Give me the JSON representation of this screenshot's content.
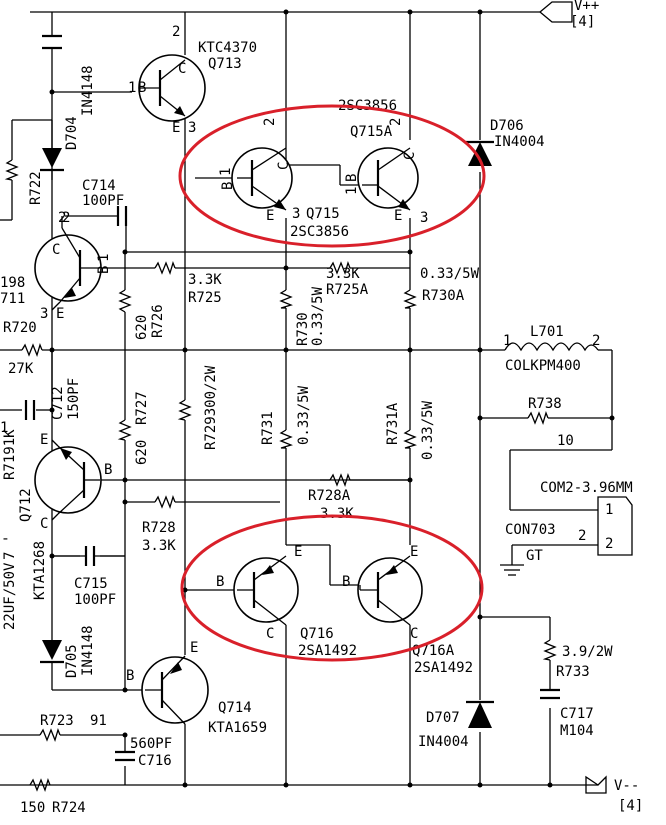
{
  "rails": {
    "vpos_net": "V++",
    "vpos_ref": "[4]",
    "vneg_net": "V--",
    "vneg_ref": "[4]"
  },
  "transistors": {
    "q713": {
      "part": "KTC4370",
      "ref": "Q713",
      "b": "B",
      "c": "C",
      "e": "E",
      "pin1": "1",
      "pin2": "2",
      "pin3": "3"
    },
    "q715": {
      "part": "2SC3856",
      "ref": "Q715",
      "b": "B",
      "c": "C",
      "e": "E",
      "pin1": "1",
      "pin2": "2",
      "pin3": "3"
    },
    "q715a": {
      "part": "2SC3856",
      "ref": "Q715A",
      "b": "B",
      "c": "C",
      "e": "E",
      "pin1": "1",
      "pin2": "2",
      "pin3": "3"
    },
    "q711": {
      "part_tail": "198",
      "ref_tail": "711",
      "b": "B",
      "c": "C",
      "e": "E",
      "pin1": "1",
      "pin2": "2",
      "pin3": "3"
    },
    "q712": {
      "part": "KTA1268",
      "ref": "Q712",
      "b": "B",
      "c": "C",
      "e": "E"
    },
    "q716": {
      "part": "2SA1492",
      "ref": "Q716",
      "b": "B",
      "c": "C",
      "e": "E"
    },
    "q716a": {
      "part": "2SA1492",
      "ref": "Q716A",
      "b": "B",
      "c": "C",
      "e": "E"
    },
    "q714": {
      "part": "KTA1659",
      "ref": "Q714",
      "b": "B",
      "e": "E"
    }
  },
  "diodes": {
    "d704": {
      "ref": "D704",
      "part": "IN4148"
    },
    "d705": {
      "ref": "D705",
      "part": "IN4148"
    },
    "d706": {
      "ref": "D706",
      "part": "IN4004"
    },
    "d707": {
      "ref": "D707",
      "part": "IN4004"
    }
  },
  "capacitors": {
    "c714": {
      "ref": "C714",
      "value": "100PF",
      "pin": "2"
    },
    "c712": {
      "ref": "C712",
      "value": "150PF"
    },
    "c715": {
      "ref": "C715",
      "value": "100PF"
    },
    "c716": {
      "ref": "C716",
      "value": "560PF"
    },
    "c717": {
      "ref": "C717",
      "value": "M104"
    },
    "c_big": {
      "text": "22UF/50V"
    }
  },
  "resistors": {
    "r722": {
      "ref": "R722"
    },
    "r720": {
      "ref": "R720",
      "value": "27K"
    },
    "r725": {
      "ref": "R725",
      "value": "3.3K"
    },
    "r725a": {
      "ref": "R725A",
      "value": "3.3K"
    },
    "r726": {
      "ref": "R726",
      "value": "620"
    },
    "r727": {
      "ref": "R727",
      "value": "620"
    },
    "r730": {
      "ref": "R730",
      "value": "0.33/5W"
    },
    "r730a": {
      "ref": "R730A",
      "value": "0.33/5W"
    },
    "r729": {
      "text": "R729300/2W"
    },
    "r731": {
      "ref": "R731",
      "value": "0.33/5W"
    },
    "r731a": {
      "ref": "R731A",
      "value": "0.33/5W"
    },
    "r719": {
      "text": "R7191K"
    },
    "r728": {
      "ref": "R728",
      "value": "3.3K"
    },
    "r728a": {
      "ref": "R728A",
      "value": "3.3K"
    },
    "r723": {
      "ref": "R723",
      "value": "91"
    },
    "r724": {
      "ref": "R724",
      "value": "150"
    },
    "r733": {
      "ref": "R733",
      "value": "3.9/2W"
    },
    "r738": {
      "ref": "R738",
      "pin": "10"
    }
  },
  "inductor": {
    "ref": "L701",
    "part": "COLKPM400",
    "pin1": "1",
    "pin2": "2"
  },
  "connector": {
    "part": "COM2-3.96MM",
    "ref": "CON703",
    "gnd_label": "GT",
    "pin1": "1",
    "pin2": "2",
    "wire_pin": "2"
  },
  "fragments": {
    "left_pin_d": "1",
    "left_slash": "7  '"
  }
}
